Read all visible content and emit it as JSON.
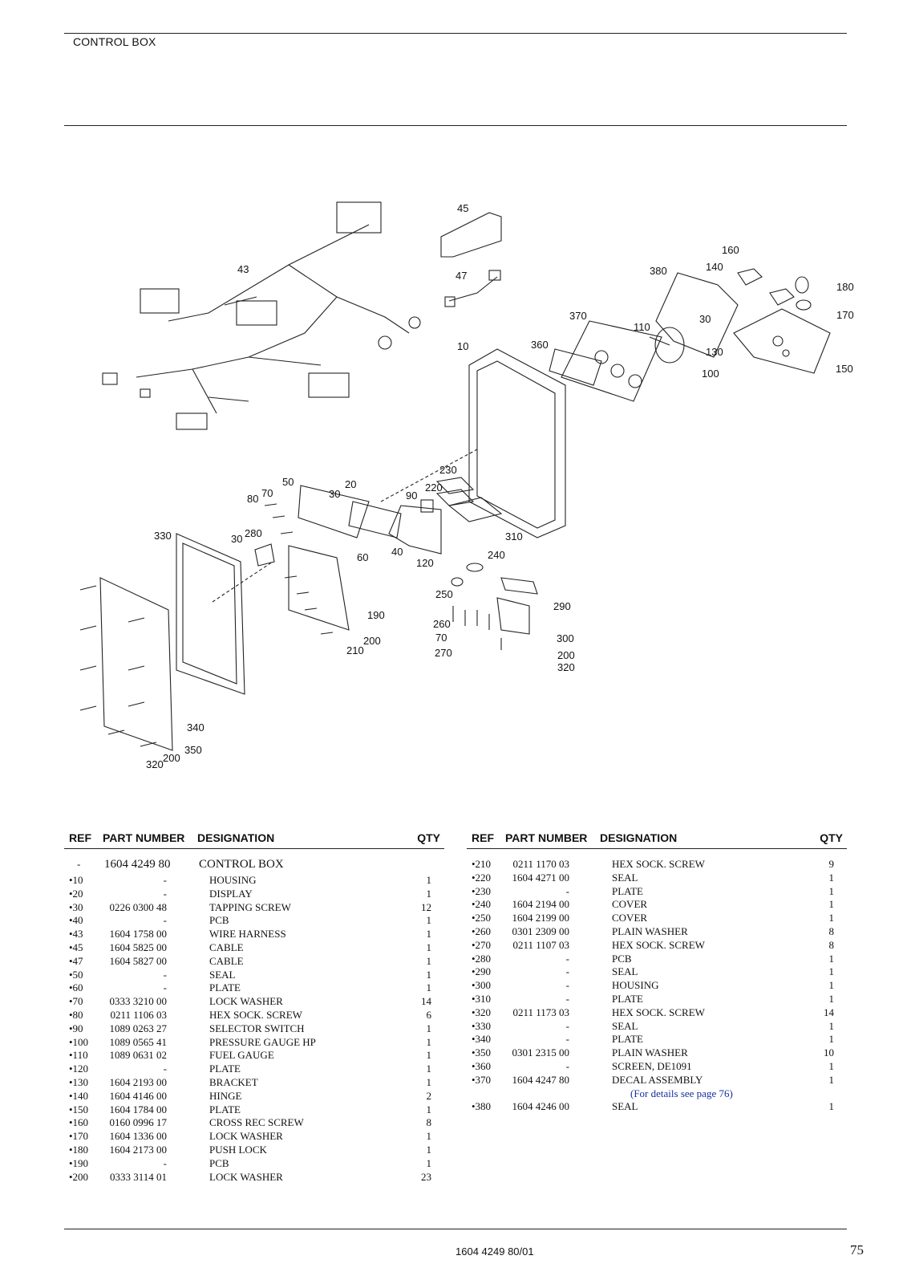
{
  "header": {
    "title": "CONTROL BOX"
  },
  "diagram": {
    "callouts": [
      "45",
      "43",
      "47",
      "160",
      "140",
      "380",
      "180",
      "170",
      "370",
      "30",
      "110",
      "130",
      "10",
      "360",
      "100",
      "150",
      "50",
      "20",
      "70",
      "30",
      "80",
      "230",
      "90",
      "220",
      "310",
      "330",
      "280",
      "30",
      "60",
      "40",
      "120",
      "240",
      "250",
      "290",
      "190",
      "200",
      "210",
      "260",
      "70",
      "270",
      "300",
      "200",
      "320",
      "340",
      "350",
      "200",
      "320"
    ]
  },
  "table": {
    "headers": {
      "ref": "REF",
      "part_number": "PART NUMBER",
      "designation": "DESIGNATION",
      "qty": "QTY"
    },
    "main": {
      "ref": "-",
      "part_number": "1604 4249 80",
      "designation": "CONTROL BOX"
    },
    "left_rows": [
      {
        "ref": "•10",
        "pn": "-",
        "des": "HOUSING",
        "qty": "1"
      },
      {
        "ref": "•20",
        "pn": "-",
        "des": "DISPLAY",
        "qty": "1"
      },
      {
        "ref": "•30",
        "pn": "0226 0300 48",
        "des": "TAPPING SCREW",
        "qty": "12"
      },
      {
        "ref": "•40",
        "pn": "-",
        "des": "PCB",
        "qty": "1"
      },
      {
        "ref": "•43",
        "pn": "1604 1758 00",
        "des": "WIRE HARNESS",
        "qty": "1"
      },
      {
        "ref": "•45",
        "pn": "1604 5825 00",
        "des": "CABLE",
        "qty": "1"
      },
      {
        "ref": "•47",
        "pn": "1604 5827 00",
        "des": "CABLE",
        "qty": "1"
      },
      {
        "ref": "•50",
        "pn": "-",
        "des": "SEAL",
        "qty": "1"
      },
      {
        "ref": "•60",
        "pn": "-",
        "des": "PLATE",
        "qty": "1"
      },
      {
        "ref": "•70",
        "pn": "0333 3210 00",
        "des": "LOCK WASHER",
        "qty": "14"
      },
      {
        "ref": "•80",
        "pn": "0211 1106 03",
        "des": "HEX SOCK. SCREW",
        "qty": "6"
      },
      {
        "ref": "•90",
        "pn": "1089 0263 27",
        "des": "SELECTOR SWITCH",
        "qty": "1"
      },
      {
        "ref": "•100",
        "pn": "1089 0565 41",
        "des": "PRESSURE GAUGE HP",
        "qty": "1"
      },
      {
        "ref": "•110",
        "pn": "1089 0631 02",
        "des": "FUEL GAUGE",
        "qty": "1"
      },
      {
        "ref": "•120",
        "pn": "-",
        "des": "PLATE",
        "qty": "1"
      },
      {
        "ref": "•130",
        "pn": "1604 2193 00",
        "des": "BRACKET",
        "qty": "1"
      },
      {
        "ref": "•140",
        "pn": "1604 4146 00",
        "des": "HINGE",
        "qty": "2"
      },
      {
        "ref": "•150",
        "pn": "1604 1784 00",
        "des": "PLATE",
        "qty": "1"
      },
      {
        "ref": "•160",
        "pn": "0160 0996 17",
        "des": "CROSS REC SCREW",
        "qty": "8"
      },
      {
        "ref": "•170",
        "pn": "1604 1336 00",
        "des": "LOCK WASHER",
        "qty": "1"
      },
      {
        "ref": "•180",
        "pn": "1604 2173 00",
        "des": "PUSH LOCK",
        "qty": "1"
      },
      {
        "ref": "•190",
        "pn": "-",
        "des": "PCB",
        "qty": "1"
      },
      {
        "ref": "•200",
        "pn": "0333 3114 01",
        "des": "LOCK WASHER",
        "qty": "23"
      }
    ],
    "right_rows": [
      {
        "ref": "•210",
        "pn": "0211 1170 03",
        "des": "HEX SOCK. SCREW",
        "qty": "9"
      },
      {
        "ref": "•220",
        "pn": "1604 4271 00",
        "des": "SEAL",
        "qty": "1"
      },
      {
        "ref": "•230",
        "pn": "-",
        "des": "PLATE",
        "qty": "1"
      },
      {
        "ref": "•240",
        "pn": "1604 2194 00",
        "des": "COVER",
        "qty": "1"
      },
      {
        "ref": "•250",
        "pn": "1604 2199 00",
        "des": "COVER",
        "qty": "1"
      },
      {
        "ref": "•260",
        "pn": "0301 2309 00",
        "des": "PLAIN WASHER",
        "qty": "8"
      },
      {
        "ref": "•270",
        "pn": "0211 1107 03",
        "des": "HEX SOCK. SCREW",
        "qty": "8"
      },
      {
        "ref": "•280",
        "pn": "-",
        "des": "PCB",
        "qty": "1"
      },
      {
        "ref": "•290",
        "pn": "-",
        "des": "SEAL",
        "qty": "1"
      },
      {
        "ref": "•300",
        "pn": "-",
        "des": "HOUSING",
        "qty": "1"
      },
      {
        "ref": "•310",
        "pn": "-",
        "des": "PLATE",
        "qty": "1"
      },
      {
        "ref": "•320",
        "pn": "0211 1173 03",
        "des": "HEX SOCK. SCREW",
        "qty": "14"
      },
      {
        "ref": "•330",
        "pn": "-",
        "des": "SEAL",
        "qty": "1"
      },
      {
        "ref": "•340",
        "pn": "-",
        "des": "PLATE",
        "qty": "1"
      },
      {
        "ref": "•350",
        "pn": "0301 2315 00",
        "des": "PLAIN WASHER",
        "qty": "10"
      },
      {
        "ref": "•360",
        "pn": "-",
        "des": "SCREEN, DE1091",
        "qty": "1"
      },
      {
        "ref": "•370",
        "pn": "1604 4247 80",
        "des": "DECAL ASSEMBLY",
        "qty": "1"
      },
      {
        "ref": "",
        "pn": "",
        "des": "(For details see page 76)",
        "qty": "",
        "note": true
      },
      {
        "ref": "•380",
        "pn": "1604 4246 00",
        "des": "SEAL",
        "qty": "1"
      }
    ]
  },
  "footer": {
    "doc_code": "1604 4249 80/01",
    "page": "75"
  }
}
